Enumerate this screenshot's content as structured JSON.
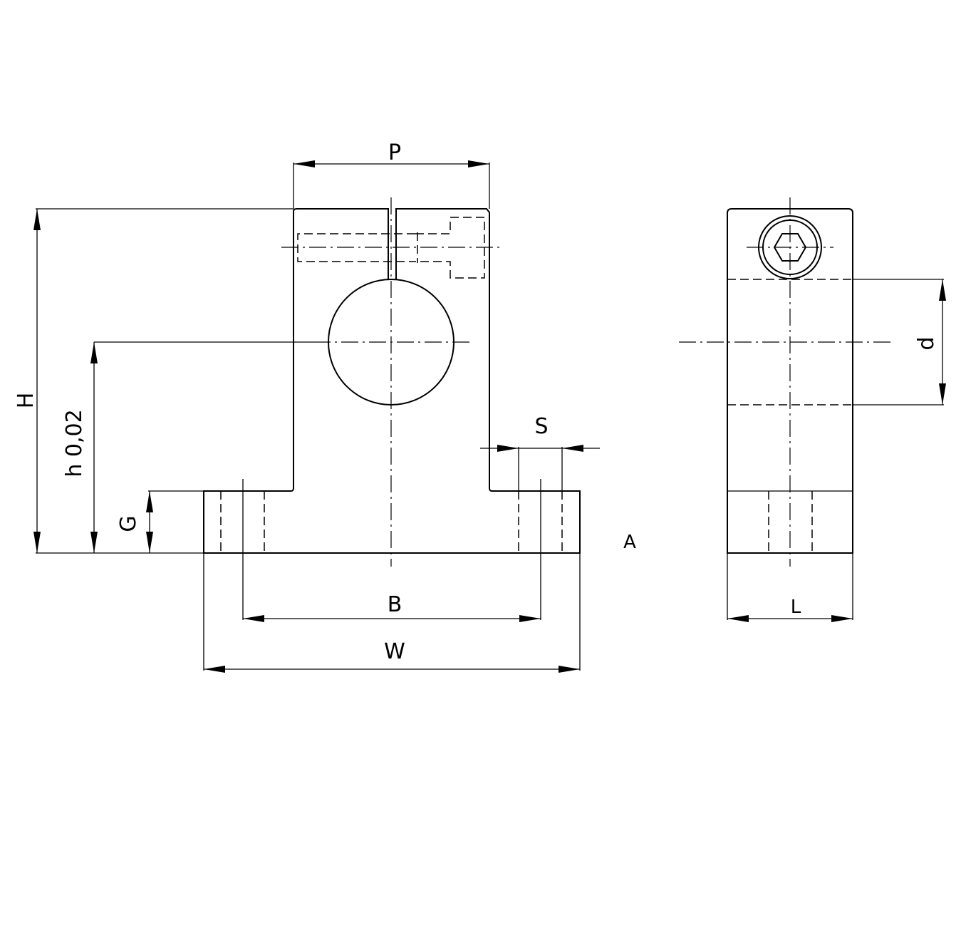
{
  "drawing": {
    "labels": {
      "P": "P",
      "H": "H",
      "h": "h 0,02",
      "G": "G",
      "S": "S",
      "B": "B",
      "W": "W",
      "A": "A",
      "d": "d",
      "L": "L"
    },
    "line_color": "#000000",
    "background": "#ffffff"
  }
}
